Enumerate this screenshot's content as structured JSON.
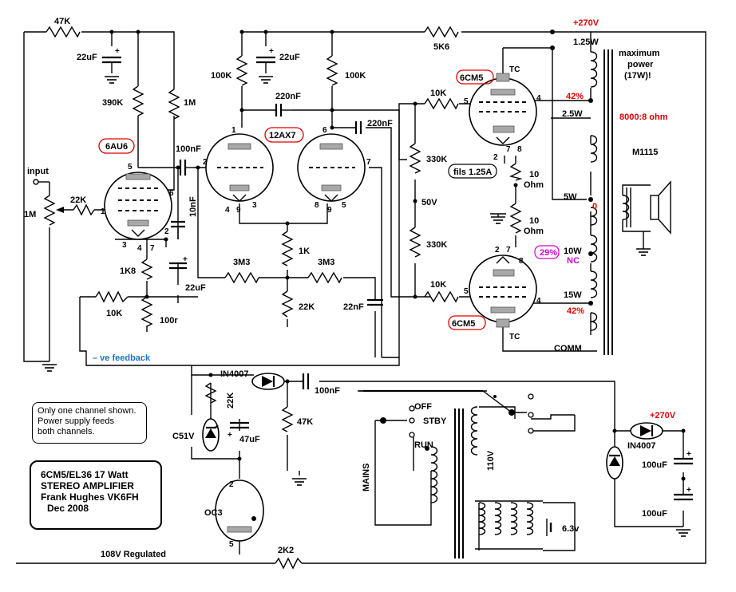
{
  "title_block": {
    "line1": "6CM5/EL36 17 Watt",
    "line2": "STEREO AMPLIFIER",
    "line3": "Frank Hughes VK6FH",
    "line4": "Dec 2008"
  },
  "note_box": {
    "line1": "Only one channel shown.",
    "line2": "Power supply feeds",
    "line3": "both channels."
  },
  "tubes": {
    "input": "6AU6",
    "driver": "12AX7",
    "output_top": "6CM5",
    "output_bottom": "6CM5",
    "regulator": "OC3",
    "regulator_bulb_label": "OC3"
  },
  "resistors": {
    "r_top_feedback": "47K",
    "r_6au6_plate": "390K",
    "r_6au6_screen": "1M",
    "r_12ax7_plate_a": "100K",
    "r_12ax7_plate_b": "100K",
    "r_supply_drop": "5K6",
    "r_grid_stop_top": "10K",
    "r_grid_stop_bottom": "10K",
    "r_bias_top": "330K",
    "r_bias_bottom": "330K",
    "r_fil_a": "10",
    "r_fil_a_unit": "Ohm",
    "r_fil_b": "10",
    "r_fil_b_unit": "Ohm",
    "r_input_grid": "22K",
    "r_volume": "1M",
    "r_cathode": "1K8",
    "r_fb": "10K",
    "r_100r": "100r",
    "r_grid_leak_a": "3M3",
    "r_grid_leak_b": "3M3",
    "r_tail_1k": "1K",
    "r_tail_22k": "22K",
    "r_reg_22k": "22K",
    "r_reg_47k": "47K",
    "r_reg_2k2": "2K2"
  },
  "capacitors": {
    "c_22uf_a": "22uF",
    "c_22uf_b": "22uF",
    "c_22uf_c": "22uF",
    "c_coupling": "100nF",
    "c_10nf": "10nF",
    "c_220nf_top": "220nF",
    "c_220nf_side": "220nF",
    "c_22nf": "22nF",
    "c_47uf": "47uF",
    "c_psu_100nf": "100nF",
    "c_100uf_a": "100uF",
    "c_100uf_b": "100uF"
  },
  "pins": {
    "v1_5": "5",
    "v1_6": "6",
    "v1_1": "1",
    "v1_3": "3",
    "v1_4": "4",
    "v1_7": "7",
    "v1_2": "2",
    "v2_1": "1",
    "v2_2": "2",
    "v2_4": "4",
    "v2_9": "9",
    "v2_3": "3",
    "v2_6": "6",
    "v2_7": "7",
    "v2_8": "8",
    "v2_9b": "9",
    "v2_5": "5",
    "v3_tc": "TC",
    "v3_5": "5",
    "v3_4": "4",
    "v3_2": "2",
    "v3_7": "7",
    "v3_8": "8",
    "v4_tc": "TC",
    "v4_5": "5",
    "v4_4": "4",
    "v4_2": "2",
    "v4_7": "7",
    "v4_8": "8",
    "oc3_2": "2",
    "oc3_5": "5"
  },
  "labels": {
    "input": "input",
    "neg_feedback": "– ve feedback",
    "b_plus": "+270V",
    "b_plus_2": "+270V",
    "bias_50v": "50V",
    "fils": "fils 1.25A",
    "regulated": "108V Regulated",
    "zener": "C51V",
    "diode_a": "IN4007",
    "diode_b": "IN4007",
    "mains": "MAINS",
    "sw_off": "OFF",
    "sw_stby": "STBY",
    "sw_run": "RUN",
    "sec_110v": "110V",
    "heater_6v3": "6.3v"
  },
  "transformer": {
    "tap_125w": "1.25W",
    "tap_25w": "2.5W",
    "tap_5w": "5W",
    "tap_10w": "10W",
    "tap_nc": "NC",
    "tap_15w": "15W",
    "tap_0": "0",
    "comm": "COMM",
    "pct_42_top": "42%",
    "pct_42_bottom": "42%",
    "pct_29": "29%",
    "ratio": "8000:8 ohm",
    "model": "M1115",
    "max_power_1": "maximum",
    "max_power_2": "power",
    "max_power_3": "(17W)!"
  },
  "colors": {
    "red_text": "#e00000",
    "blue_text": "#1a73c8",
    "magenta_text": "#d400d4",
    "electrode": "#a8a8a8"
  }
}
